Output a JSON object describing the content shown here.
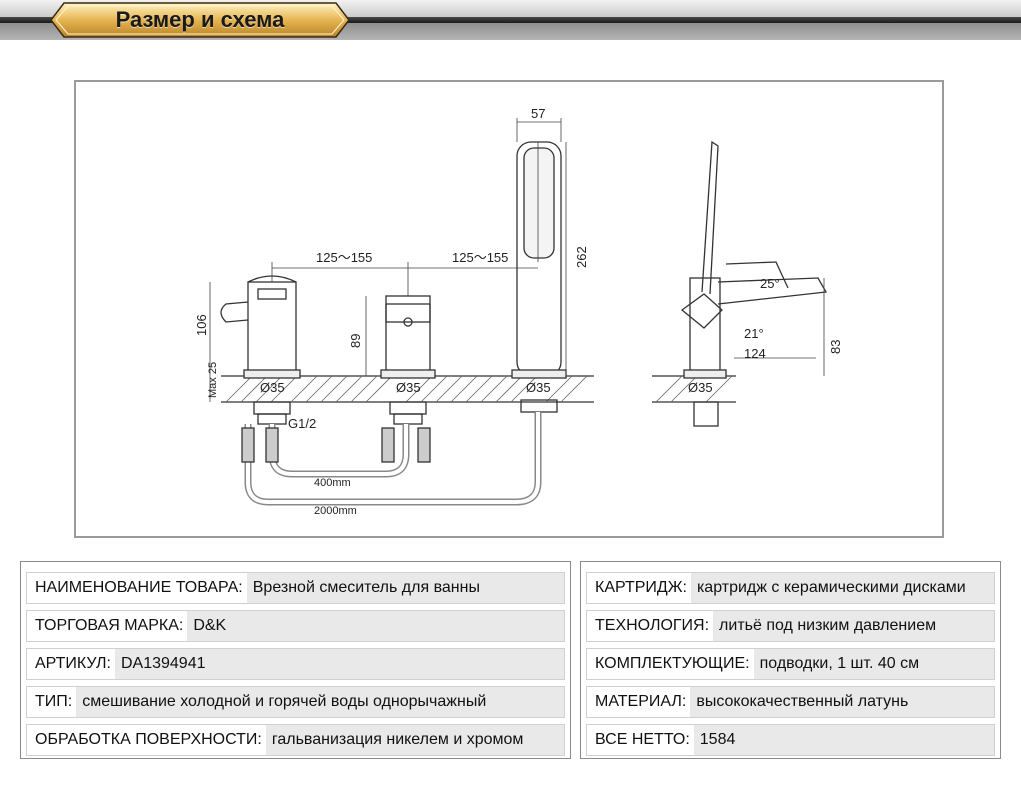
{
  "page_title": "Размер и схема",
  "colors": {
    "title_badge_gold": "#e2b250",
    "frame_border": "#9a9a9a",
    "row_bg": "#e9e9e9"
  },
  "drawing": {
    "dim_125_155_a": "125～155",
    "dim_125_155_b": "125～155",
    "dim_57": "57",
    "dim_262": "262",
    "dim_106": "106",
    "dim_89": "89",
    "dim_max25": "Max 25",
    "dim_o35_a": "Ø35",
    "dim_o35_b": "Ø35",
    "dim_o35_c": "Ø35",
    "dim_o35_d": "Ø35",
    "dim_g12": "G1/2",
    "dim_400": "400mm",
    "dim_2000": "2000mm",
    "dim_25deg": "25°",
    "dim_21deg": "21°",
    "dim_124": "124",
    "dim_83": "83"
  },
  "specs_left": [
    {
      "label": "НАИМЕНОВАНИЕ ТОВАРА:",
      "value": "Врезной смеситель для ванны"
    },
    {
      "label": "ТОРГОВАЯ МАРКА:",
      "value": "D&K"
    },
    {
      "label": "АРТИКУЛ:",
      "value": "DA1394941"
    },
    {
      "label": "ТИП:",
      "value": "смешивание холодной и горячей воды однорычажный"
    },
    {
      "label": "ОБРАБОТКА ПОВЕРХНОСТИ:",
      "value": "гальванизация никелем и хромом"
    }
  ],
  "specs_right": [
    {
      "label": "КАРТРИДЖ:",
      "value": "картридж с керамическими дисками"
    },
    {
      "label": "ТЕХНОЛОГИЯ:",
      "value": "литьё под низким давлением"
    },
    {
      "label": "КОМПЛЕКТУЮЩИЕ:",
      "value": "подводки, 1 шт. 40 см"
    },
    {
      "label": "МАТЕРИАЛ:",
      "value": "высококачественный латунь"
    },
    {
      "label": "ВСЕ НЕТТО:",
      "value": "1584"
    }
  ]
}
